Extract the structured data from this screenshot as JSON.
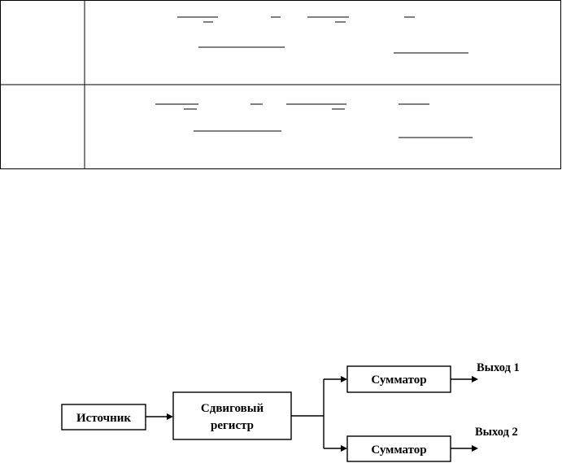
{
  "diagram": {
    "source_label": "Источник",
    "register_label_line1": "Сдвиговый",
    "register_label_line2": "регистр",
    "adder_top_label": "Сумматор",
    "adder_bottom_label": "Сумматор",
    "output1_label": "Выход 1",
    "output2_label": "Выход 2"
  }
}
